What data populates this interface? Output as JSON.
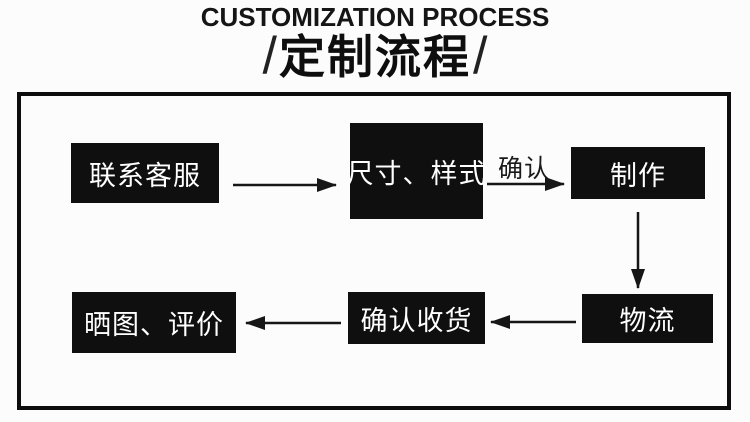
{
  "header": {
    "title_en": "CUSTOMIZATION PROCESS",
    "slash_left": "/",
    "title_cn": "定制流程",
    "slash_right": "/"
  },
  "flow": {
    "nodes": [
      {
        "id": "contact-service",
        "label": "联系客服"
      },
      {
        "id": "size-style",
        "label": "尺寸、样式"
      },
      {
        "id": "production",
        "label": "制作"
      },
      {
        "id": "logistics",
        "label": "物流"
      },
      {
        "id": "confirm-receipt",
        "label": "确认收货"
      },
      {
        "id": "share-review",
        "label": "晒图、评价"
      }
    ],
    "edges": [
      {
        "from": "contact-service",
        "to": "size-style",
        "label": ""
      },
      {
        "from": "size-style",
        "to": "production",
        "label": "确认"
      },
      {
        "from": "production",
        "to": "logistics",
        "label": ""
      },
      {
        "from": "logistics",
        "to": "confirm-receipt",
        "label": ""
      },
      {
        "from": "confirm-receipt",
        "to": "share-review",
        "label": ""
      }
    ]
  },
  "colors": {
    "node_background": "#0f0f0f",
    "node_text": "#ffffff",
    "frame_border": "#0d0d0d",
    "page_background": "#fdfcfc",
    "arrow": "#161616",
    "title_text": "#151515"
  }
}
